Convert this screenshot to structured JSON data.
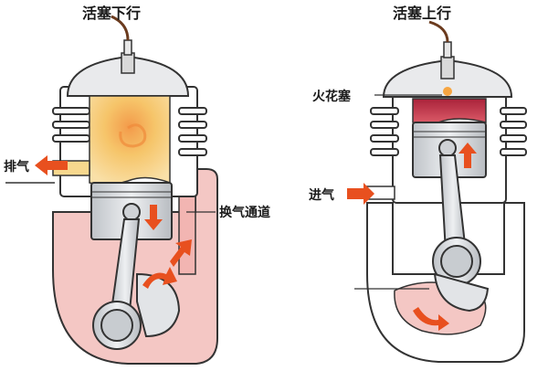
{
  "left_engine": {
    "title": "活塞下行",
    "exhaust_label": "排气",
    "scavenge_label": "换气通道"
  },
  "right_engine": {
    "title": "活塞上行",
    "spark_plug_label": "火花塞",
    "intake_label": "进气"
  },
  "colors": {
    "combustion": "#f6c56a",
    "crankcase_pink": "#f4c7c4",
    "compressed_charge": "#c8334a",
    "arrow": "#e8501f",
    "metal": "#d7dade",
    "outline": "#333333"
  }
}
